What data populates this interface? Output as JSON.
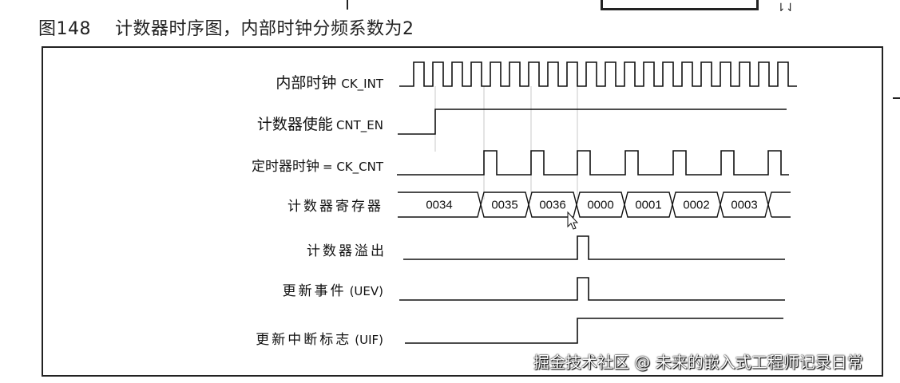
{
  "title": {
    "figure_label": "图148",
    "caption": "计数器时序图，内部时钟分频系数为2"
  },
  "signals": [
    {
      "id": "ck_int",
      "cn": "内部时钟",
      "en": "CK_INT"
    },
    {
      "id": "cnt_en",
      "cn": "计数器使能",
      "en": "CNT_EN"
    },
    {
      "id": "ck_cnt",
      "cn": "定时器时钟",
      "en": "= CK_CNT"
    },
    {
      "id": "counter",
      "cn": "计数器寄存器",
      "en": ""
    },
    {
      "id": "overflow",
      "cn": "计数器溢出",
      "en": ""
    },
    {
      "id": "uev",
      "cn": "更新事件",
      "en": "(UEV)"
    },
    {
      "id": "uif",
      "cn": "更新中断标志",
      "en": "(UIF)"
    }
  ],
  "counter_values": [
    "0034",
    "0035",
    "0036",
    "0000",
    "0001",
    "0002",
    "0003"
  ],
  "watermark": "掘金技术社区 @ 未来的嵌入式工程师记录日常",
  "colors": {
    "line": "#111111",
    "guide": "#c8c8c8",
    "frame": "#222222"
  }
}
